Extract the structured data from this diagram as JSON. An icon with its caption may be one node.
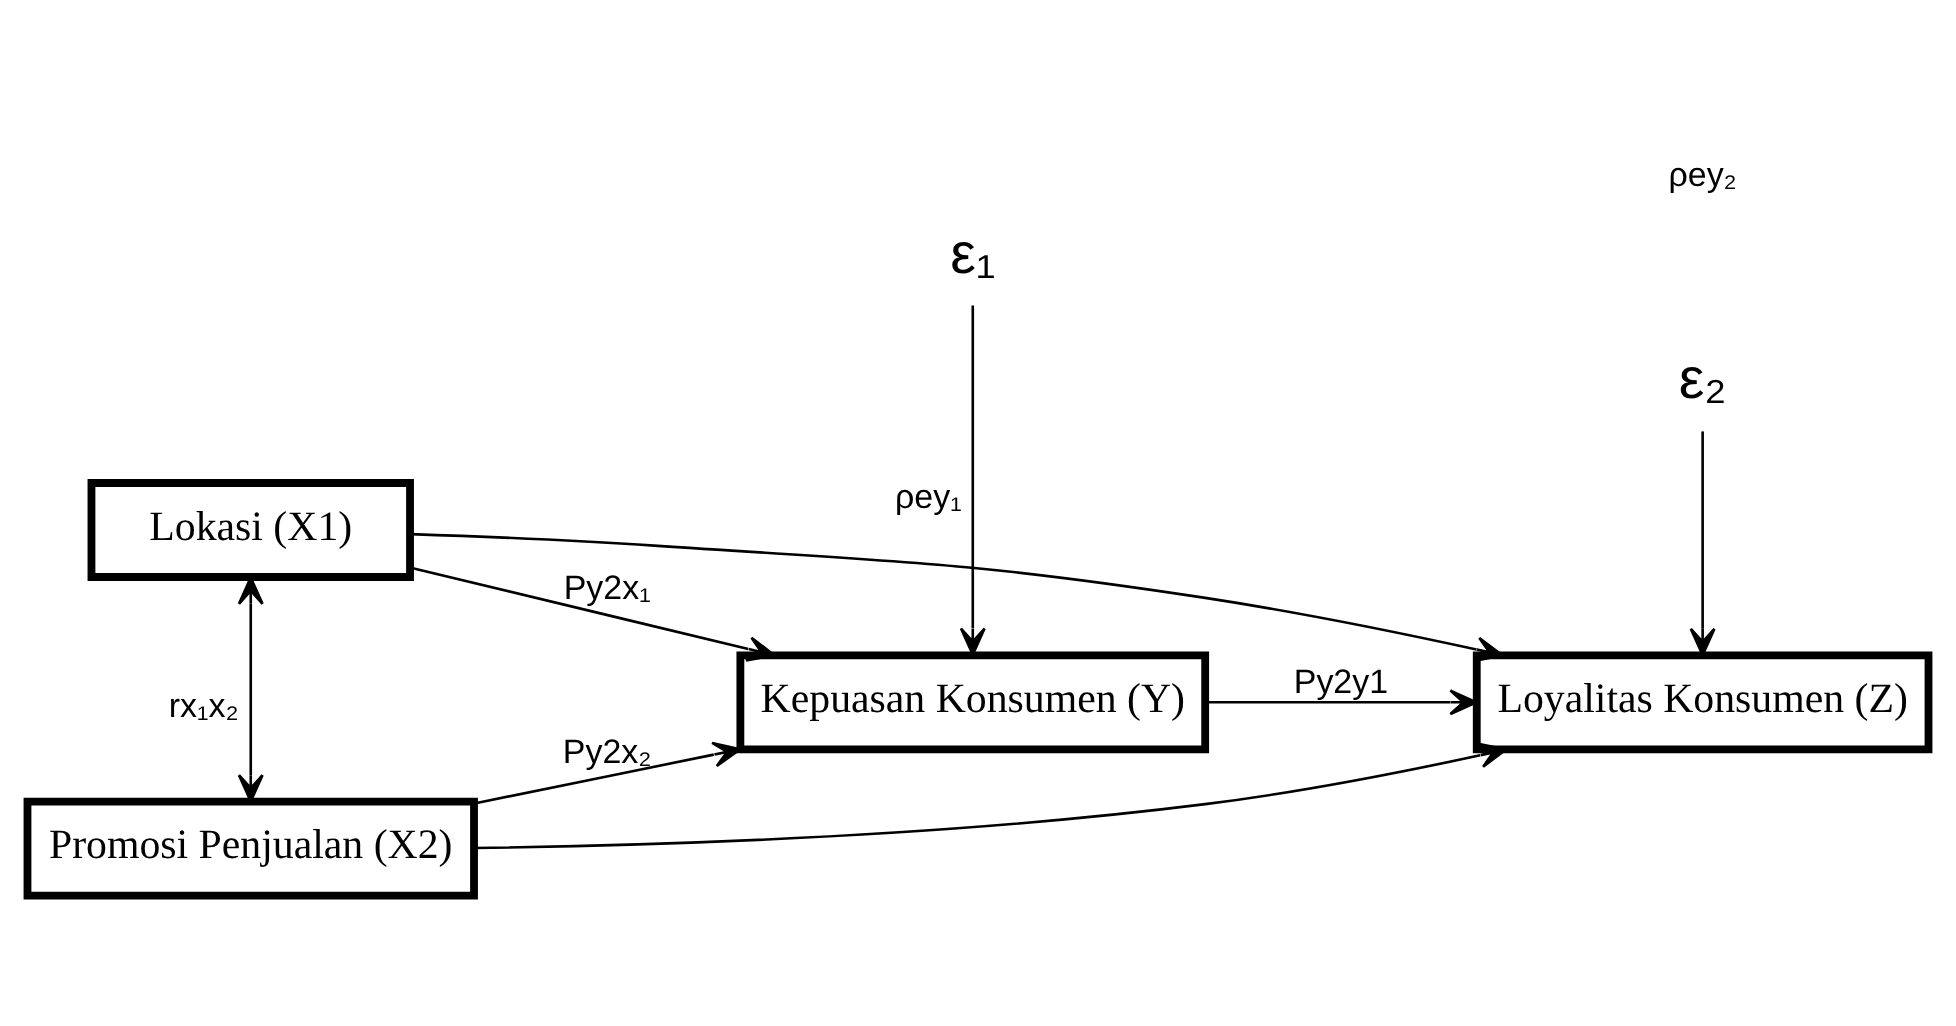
{
  "diagram": {
    "nodes": [
      {
        "text": [
          "Lokasi (X1)"
        ]
      },
      {
        "text": [
          "Promosi Penjualan (X2)"
        ]
      },
      {
        "text": [
          "Kepuasan Konsumen (Y)"
        ]
      },
      {
        "text": [
          "Loyalitas Konsumen (Z)"
        ]
      },
      {
        "text": [
          "ε₁"
        ]
      },
      {
        "text": [
          "ε₂"
        ]
      }
    ],
    "edges": [
      {
        "from": 0,
        "to": 1,
        "arrow": "both",
        "label": "rx₁x₂"
      },
      {
        "from": 0,
        "to": 2,
        "arrow": "to",
        "label": "Py2x₁"
      },
      {
        "from": 1,
        "to": 2,
        "arrow": "to",
        "label": "Py2x₂"
      },
      {
        "from": 2,
        "to": 3,
        "arrow": "to",
        "label": "Py2y1"
      },
      {
        "from": 4,
        "to": 2,
        "arrow": "to",
        "label": "ρey₁"
      },
      {
        "from": 5,
        "to": 3,
        "arrow": "to"
      },
      {
        "from": 0,
        "to": 3,
        "arrow": "to"
      },
      {
        "from": 1,
        "to": 3,
        "arrow": "to"
      }
    ],
    "labels": [
      "ρey₂"
    ]
  }
}
